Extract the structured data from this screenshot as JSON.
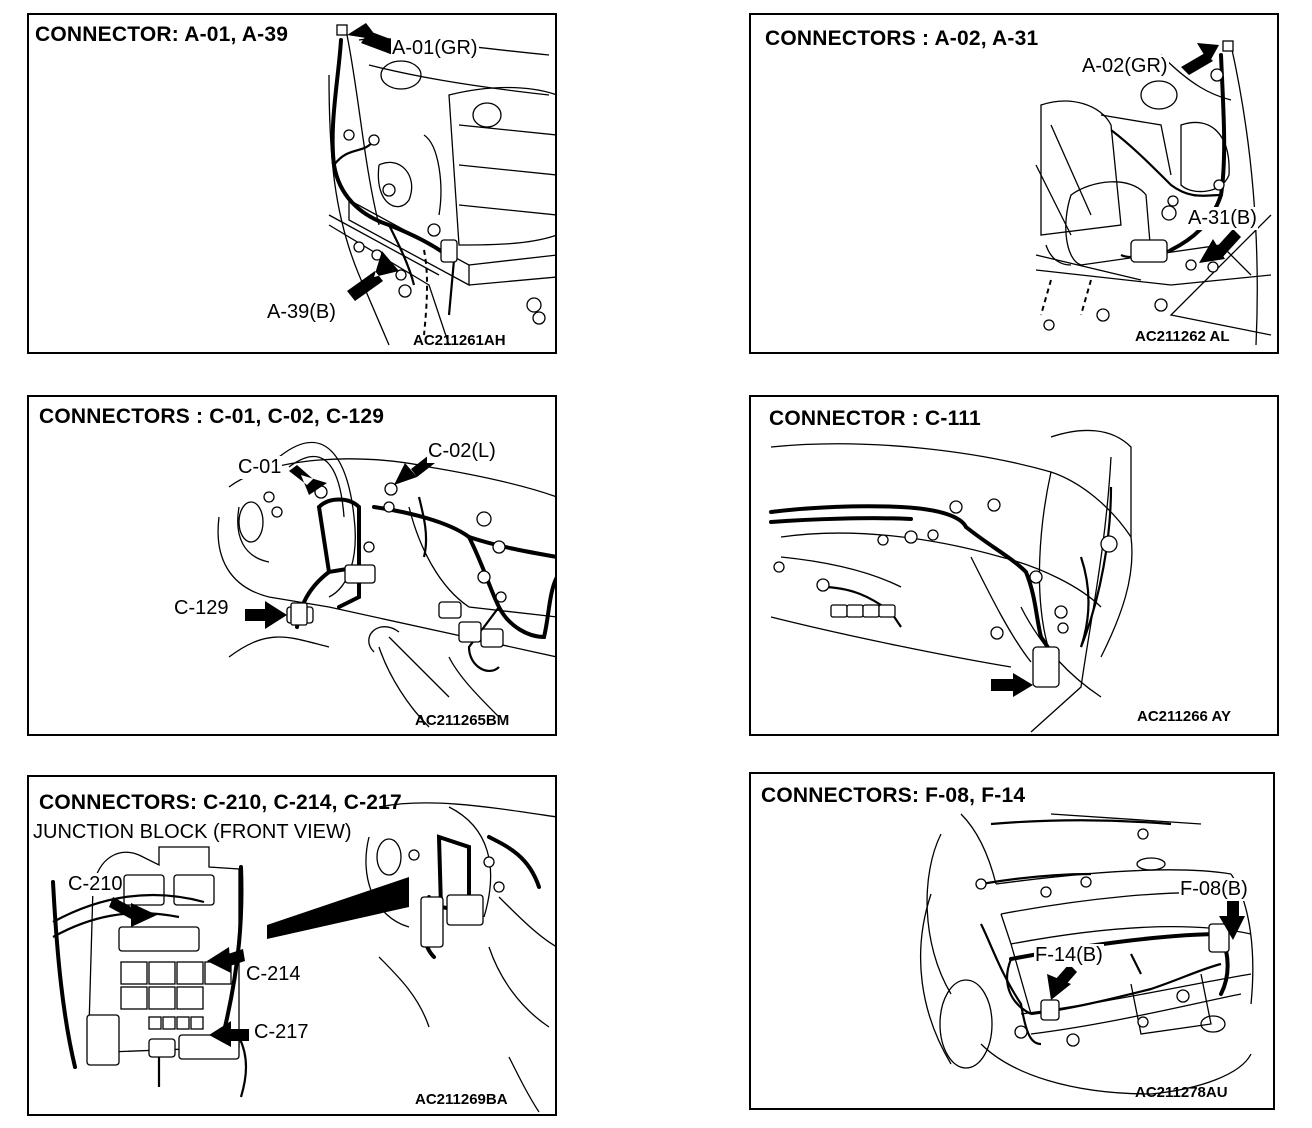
{
  "panels": [
    {
      "title": "CONNECTOR: A-01, A-39",
      "labels": [
        "A-01(GR)",
        "A-39(B)"
      ],
      "code": "AC211261AH"
    },
    {
      "title": "CONNECTORS : A-02, A-31",
      "labels": [
        "A-02(GR)",
        "A-31(B)"
      ],
      "code": "AC211262 AL"
    },
    {
      "title": "CONNECTORS : C-01, C-02, C-129",
      "labels": [
        "C-01",
        "C-02(L)",
        "C-129"
      ],
      "code": "AC211265BM"
    },
    {
      "title": "CONNECTOR : C-111",
      "labels": [],
      "code": "AC211266 AY"
    },
    {
      "title": "CONNECTORS: C-210, C-214, C-217",
      "subtitle": "JUNCTION BLOCK (FRONT VIEW)",
      "labels": [
        "C-210",
        "C-214",
        "C-217"
      ],
      "code": "AC211269BA"
    },
    {
      "title": "CONNECTORS: F-08, F-14",
      "labels": [
        "F-08(B)",
        "F-14(B)"
      ],
      "code": "AC211278AU"
    }
  ]
}
